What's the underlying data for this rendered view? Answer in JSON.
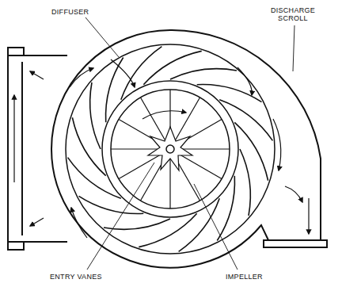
{
  "diagram": {
    "labels": [
      "DIFFUSER",
      "DISCHARGE SCROLL",
      "ENTRY VANES",
      "IMPELLER"
    ]
  }
}
